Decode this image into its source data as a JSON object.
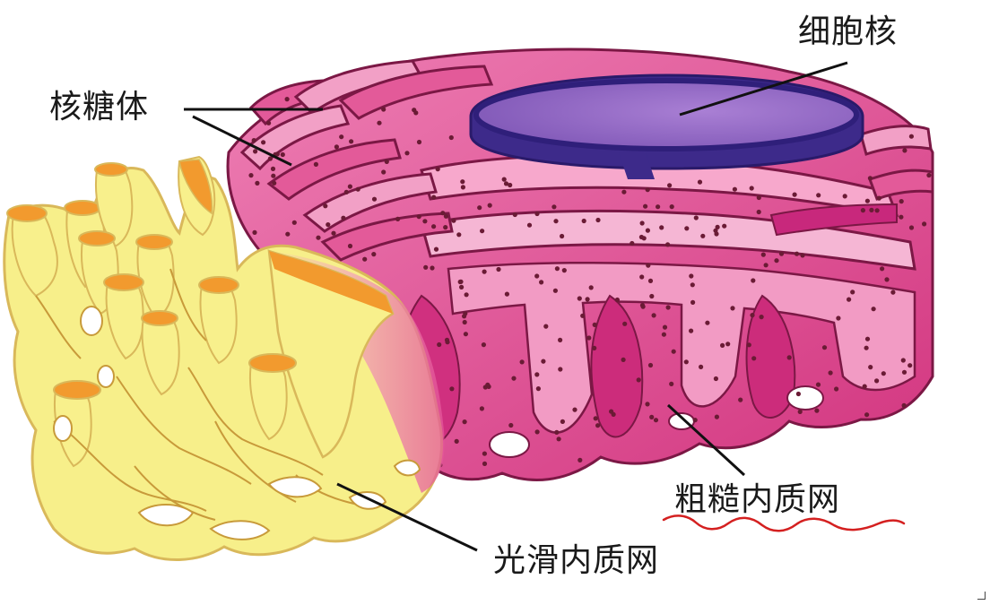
{
  "labels": {
    "ribosome": "核糖体",
    "nucleus": "细胞核",
    "rough_er": "粗糙内质网",
    "smooth_er": "光滑内质网"
  },
  "colors": {
    "smooth_er_fill": "#f7ef8a",
    "smooth_er_edge": "#d9b85a",
    "smooth_er_tube_end": "#f29a2e",
    "rough_er_light": "#f7a8cc",
    "rough_er_mid": "#e4559a",
    "rough_er_dark": "#c8287c",
    "rough_er_edge": "#7b1845",
    "ribosome_dot": "#6a1b35",
    "nucleus_fill": "#9a6cc4",
    "nucleus_rim": "#3d2a8a",
    "leader_line": "#111111",
    "annotation_underline": "#d42020"
  }
}
